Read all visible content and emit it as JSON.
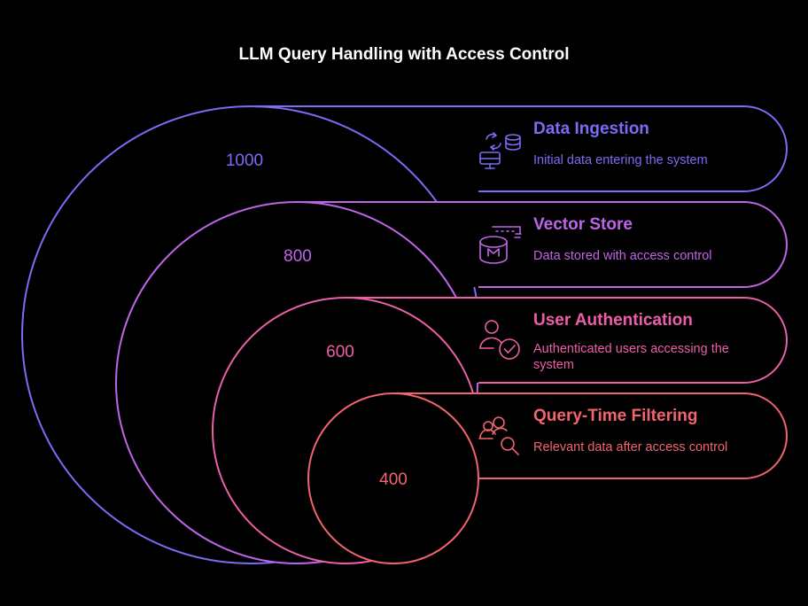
{
  "title": "LLM Query Handling with Access Control",
  "layers": [
    {
      "value": "1000",
      "name": "Data Ingestion",
      "description_lines": [
        "Initial data entering the system"
      ],
      "color": "#7B6CF6",
      "icon": "data-transfer-icon"
    },
    {
      "value": "800",
      "name": "Vector Store",
      "description_lines": [
        "Data stored with access control"
      ],
      "color": "#BE64E8",
      "icon": "database-icon"
    },
    {
      "value": "600",
      "name": "User Authentication",
      "description_lines": [
        "Authenticated users accessing the",
        "system"
      ],
      "color": "#EC5FA8",
      "icon": "user-check-icon"
    },
    {
      "value": "400",
      "name": "Query-Time Filtering",
      "description_lines": [
        "Relevant data after access control"
      ],
      "color": "#F2646E",
      "icon": "user-search-icon"
    }
  ]
}
